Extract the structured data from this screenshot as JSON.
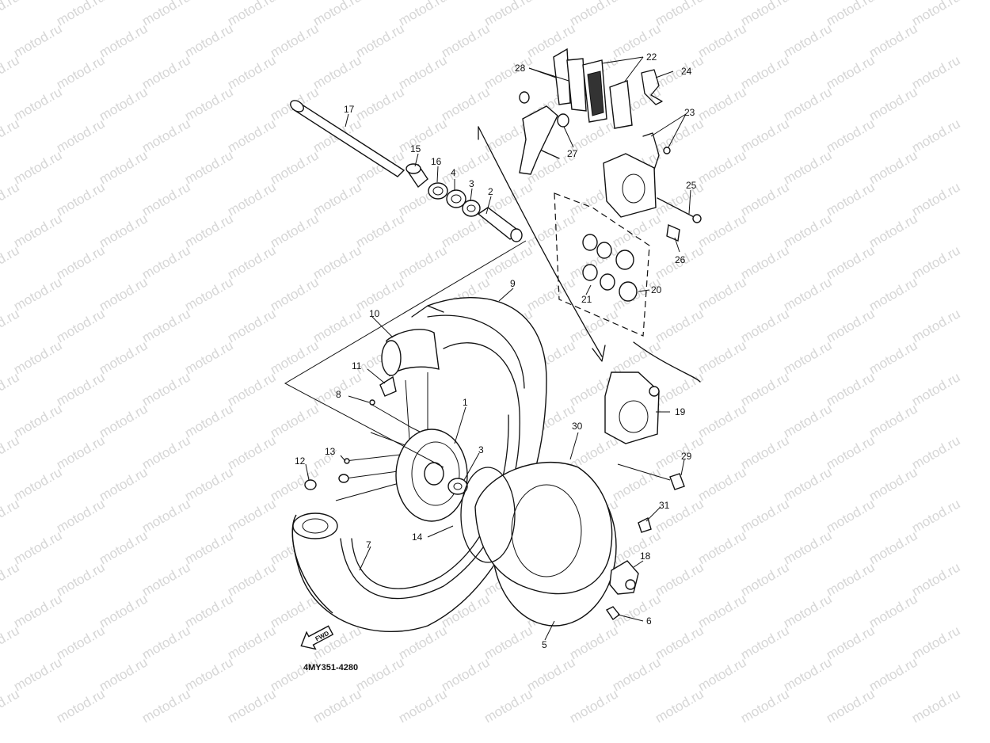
{
  "watermark": {
    "text": "motod.ru",
    "color": "#d6d6d6"
  },
  "drawing_code": "4MY351-4280",
  "fwd_label": "FWD",
  "callouts": [
    "1",
    "2",
    "3",
    "4",
    "5",
    "6",
    "7",
    "8",
    "9",
    "10",
    "11",
    "12",
    "13",
    "14",
    "15",
    "16",
    "17",
    "18",
    "19",
    "20",
    "21",
    "22",
    "23",
    "24",
    "25",
    "26",
    "27",
    "28",
    "29",
    "30",
    "31"
  ],
  "icons": [
    "fwd-arrow-icon"
  ]
}
